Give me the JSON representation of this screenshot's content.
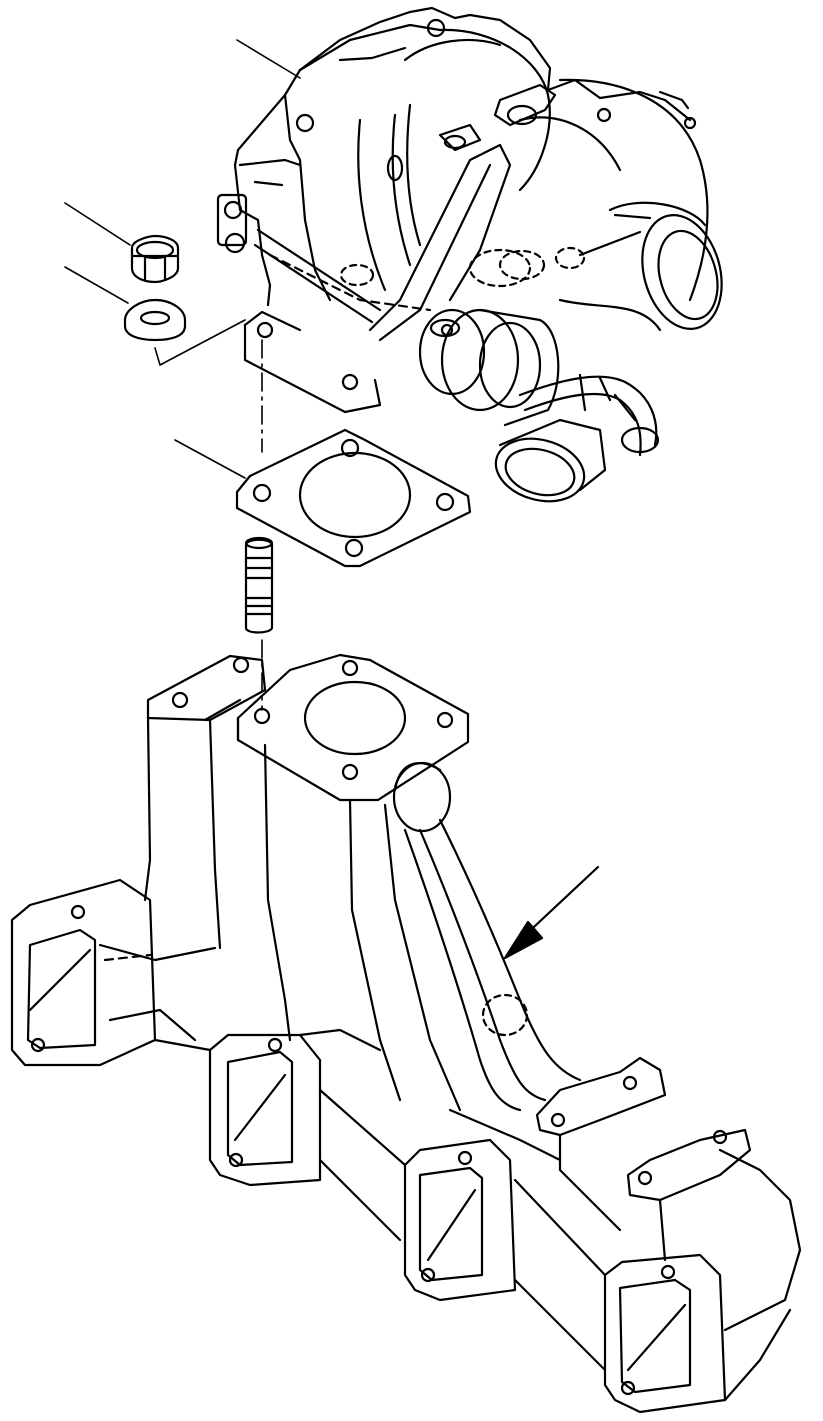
{
  "diagram": {
    "type": "exploded-parts-view",
    "line_color": "#000000",
    "background": "#ffffff",
    "parts": [
      {
        "id": "turbocharger",
        "icon": "turbocharger-icon"
      },
      {
        "id": "nut",
        "icon": "nut-icon"
      },
      {
        "id": "washer",
        "icon": "washer-icon"
      },
      {
        "id": "gasket",
        "icon": "gasket-icon"
      },
      {
        "id": "stud",
        "icon": "stud-icon"
      },
      {
        "id": "exhaust-manifold",
        "icon": "manifold-icon"
      }
    ],
    "leader_lines": [
      "turbocharger",
      "nut",
      "washer",
      "gasket"
    ],
    "arrow_target": "exhaust-manifold"
  }
}
